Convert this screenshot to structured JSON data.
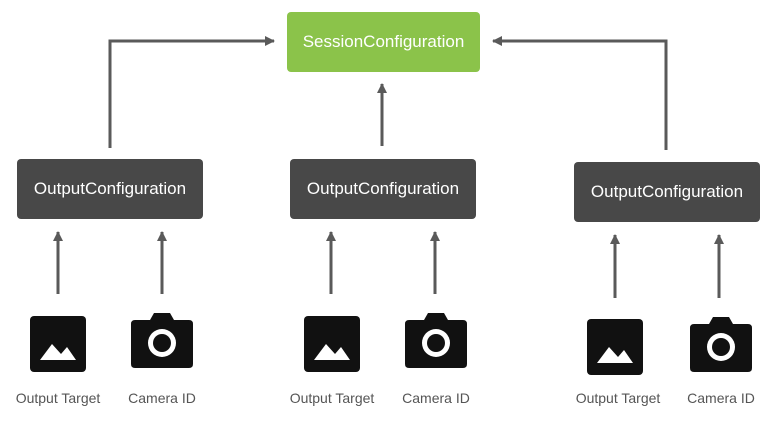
{
  "colors": {
    "session_box": "#8bc34a",
    "output_box": "#484848",
    "arrow": "#5a5a5a",
    "icon": "#111111",
    "caption": "#555555"
  },
  "session_configuration": {
    "label": "SessionConfiguration"
  },
  "output_configurations": [
    {
      "label": "OutputConfiguration",
      "inputs": [
        {
          "icon": "image-icon",
          "label": "Output Target"
        },
        {
          "icon": "camera-icon",
          "label": "Camera ID"
        }
      ]
    },
    {
      "label": "OutputConfiguration",
      "inputs": [
        {
          "icon": "image-icon",
          "label": "Output Target"
        },
        {
          "icon": "camera-icon",
          "label": "Camera ID"
        }
      ]
    },
    {
      "label": "OutputConfiguration",
      "inputs": [
        {
          "icon": "image-icon",
          "label": "Output Target"
        },
        {
          "icon": "camera-icon",
          "label": "Camera ID"
        }
      ]
    }
  ]
}
